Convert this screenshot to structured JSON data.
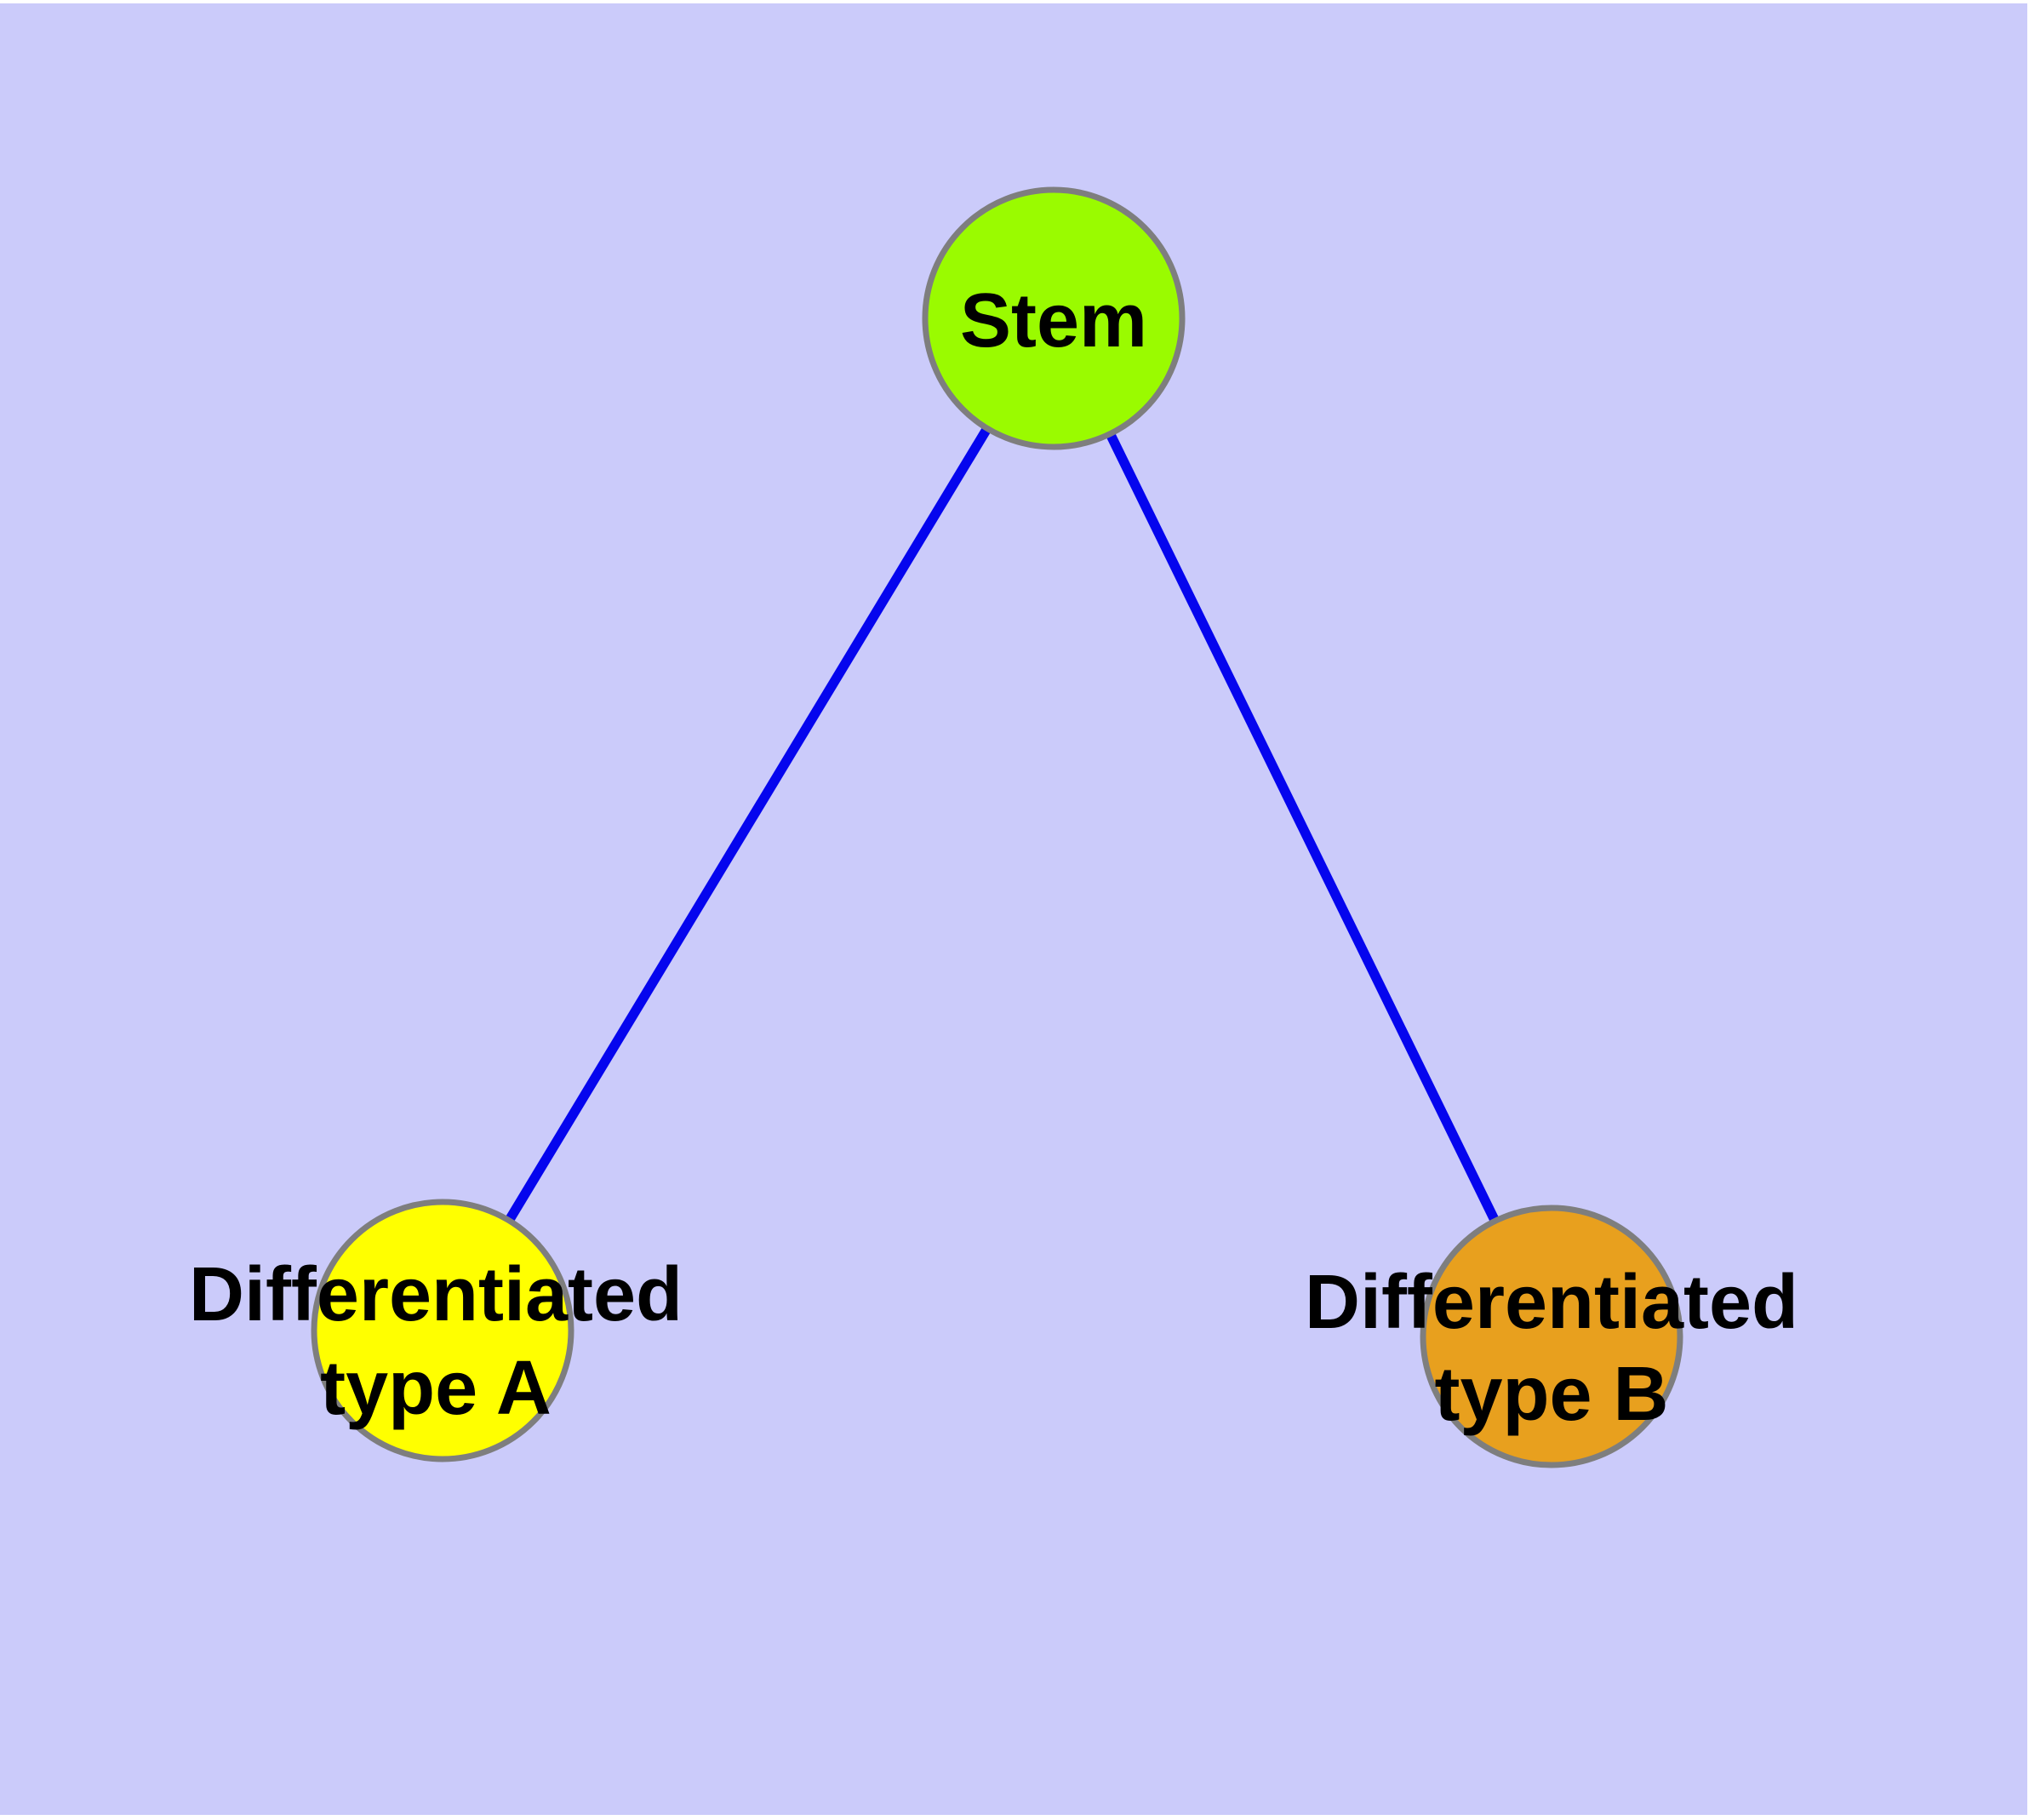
{
  "diagram": {
    "type": "graph",
    "background_color": "#CBCBFA",
    "edge_color": "#0505EE",
    "node_border_color": "#7E7E7E",
    "label_color": "#000000",
    "nodes": [
      {
        "id": "stem",
        "label": "Stem",
        "label_line1": "Stem",
        "label_line2": "",
        "fill_color": "#9AFB00"
      },
      {
        "id": "differentiated-type-a",
        "label": "Differentiated type A",
        "label_line1": "Differentiated",
        "label_line2": "type A",
        "fill_color": "#FFFF00"
      },
      {
        "id": "differentiated-type-b",
        "label": "Differentiated type B",
        "label_line1": "Differentiated",
        "label_line2": "type B",
        "fill_color": "#E8A01E"
      }
    ],
    "edges": [
      {
        "from": "Stem",
        "to": "Differentiated type A"
      },
      {
        "from": "Stem",
        "to": "Differentiated type B"
      }
    ]
  }
}
